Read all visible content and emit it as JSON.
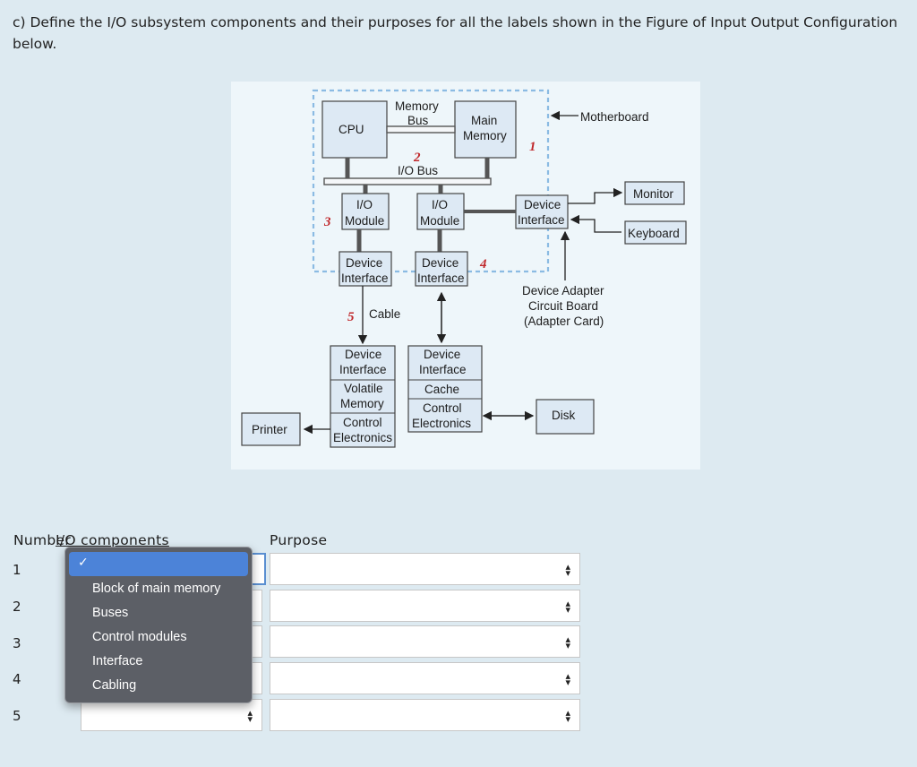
{
  "question": {
    "text": "c) Define the I/O subsystem components and their purposes for all the labels shown in the Figure of Input Output Configuration below."
  },
  "figure": {
    "labels": {
      "cpu": "CPU",
      "memory_bus_1": "Memory",
      "memory_bus_2": "Bus",
      "main_memory_1": "Main",
      "main_memory_2": "Memory",
      "motherboard": "Motherboard",
      "io_bus": "I/O Bus",
      "io": "I/O",
      "module": "Module",
      "device": "Device",
      "interface": "Interface",
      "monitor": "Monitor",
      "keyboard": "Keyboard",
      "adapter_1": "Device Adapter",
      "adapter_2": "Circuit Board",
      "adapter_3": "(Adapter Card)",
      "cable": "Cable",
      "volatile": "Volatile",
      "memory": "Memory",
      "control": "Control",
      "electronics": "Electronics",
      "cache": "Cache",
      "disk": "Disk",
      "printer": "Printer"
    },
    "numbers": {
      "n1": "1",
      "n2": "2",
      "n3": "3",
      "n4": "4",
      "n5": "5"
    }
  },
  "table": {
    "header_number": "Number",
    "header_io": "I/O components",
    "header_purpose": "Purpose",
    "rows": [
      "1",
      "2",
      "3",
      "4",
      "5"
    ]
  },
  "dropdown": {
    "options": [
      "Block of main memory",
      "Buses",
      "Control modules",
      "Interface",
      "Cabling"
    ],
    "checkmark": "✓"
  },
  "icons": {
    "select_arrow": "updown-arrow-icon"
  }
}
